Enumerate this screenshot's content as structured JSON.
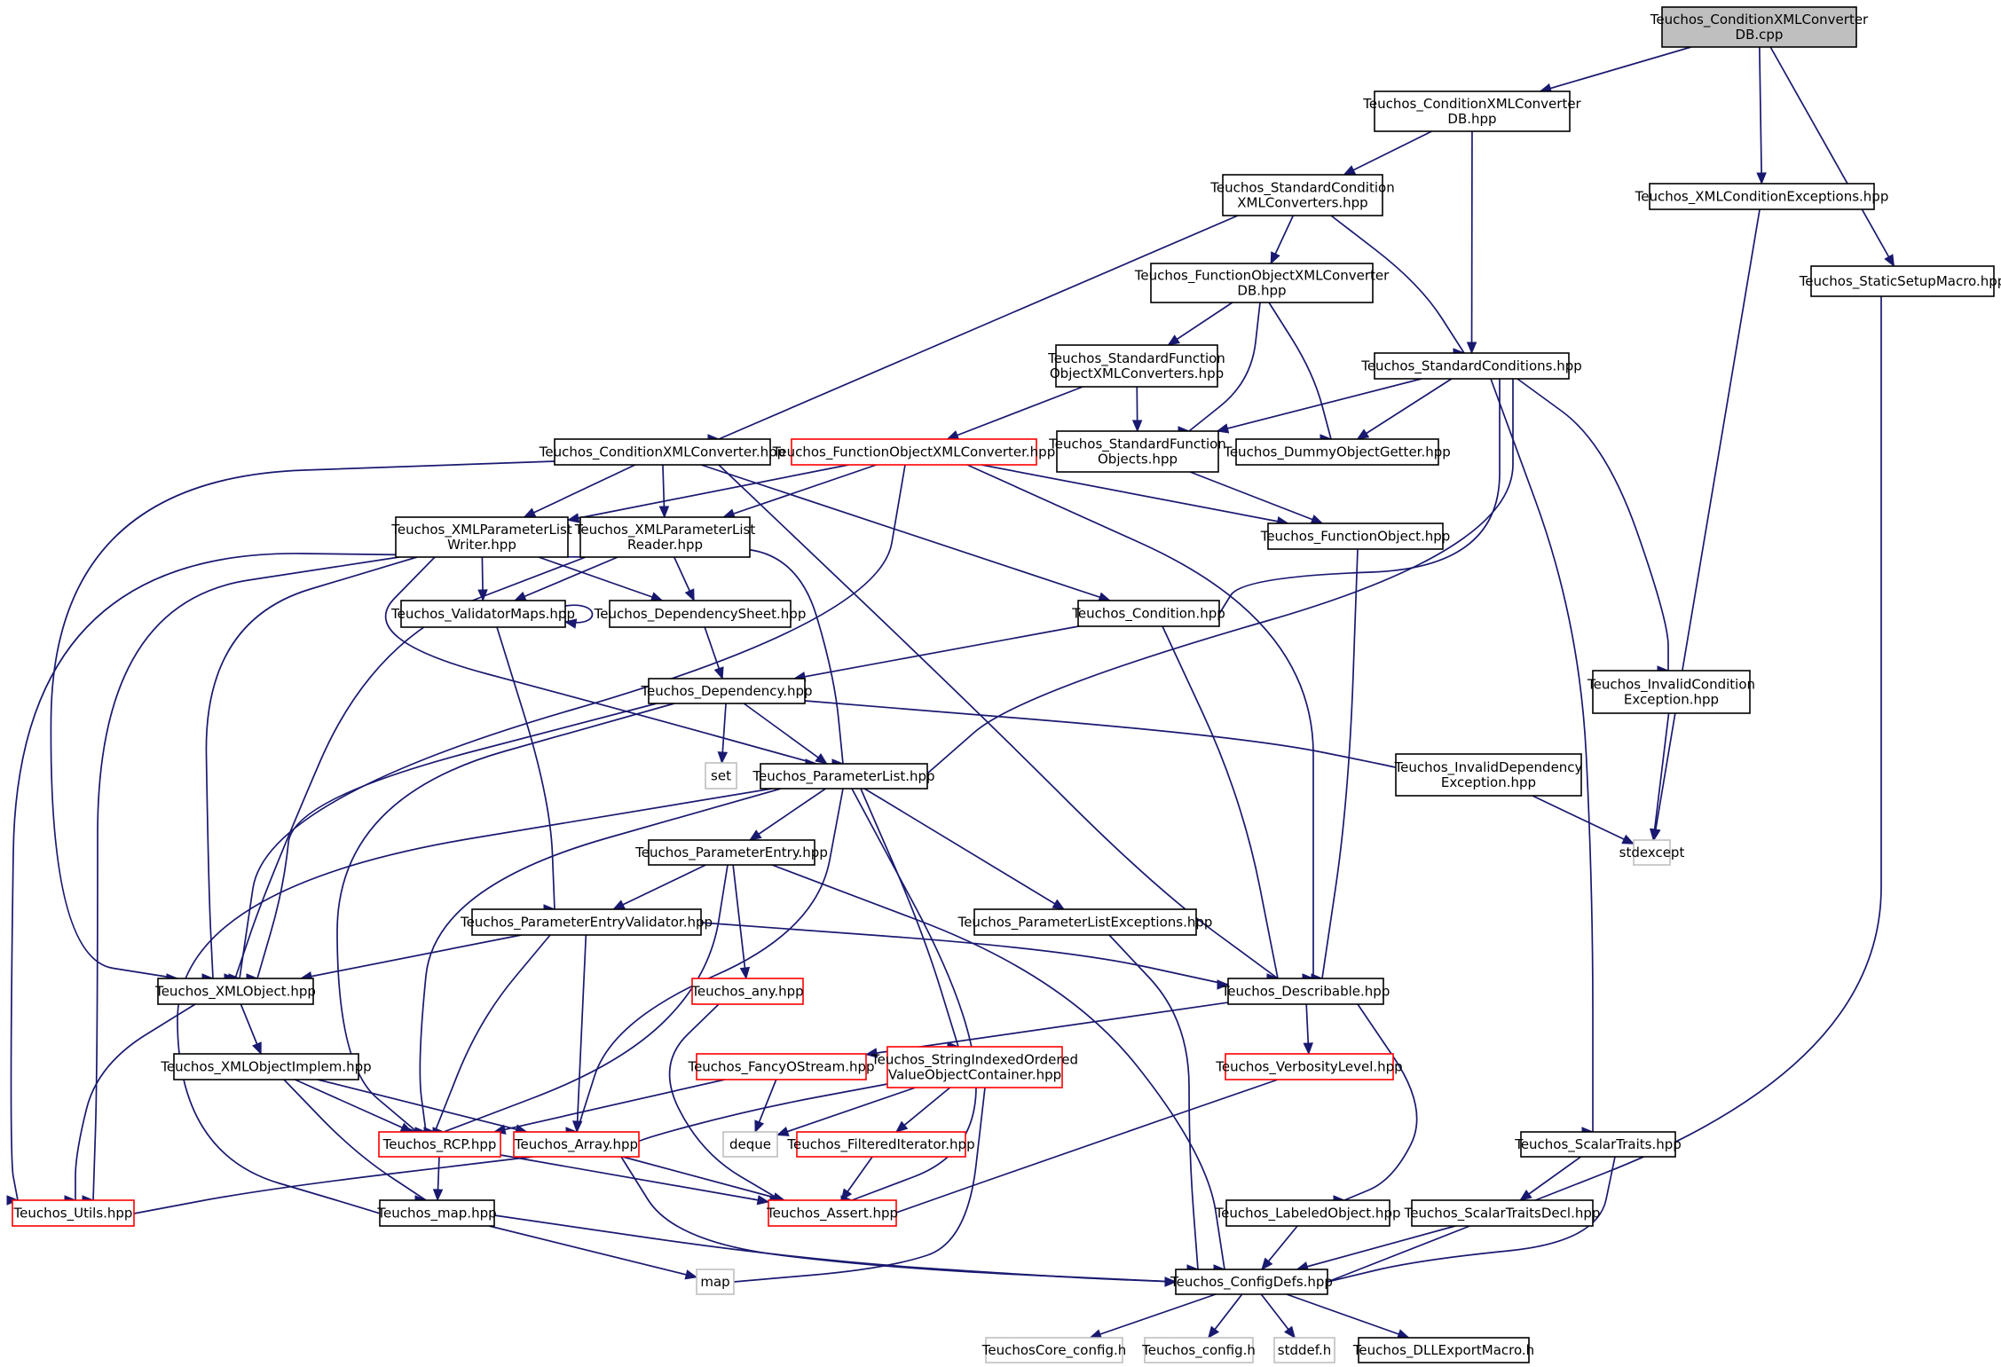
{
  "graph": {
    "colors": {
      "edge": "#191970",
      "normal_border": "#000000",
      "red_border": "#ff0000",
      "external_border": "#bfbfbf",
      "root_fill": "#bfbfbf",
      "fill": "#ffffff"
    },
    "nodes": [
      {
        "id": "root",
        "lines": [
          "Teuchos_ConditionXMLConverter",
          "DB.cpp"
        ],
        "kind": "root"
      },
      {
        "id": "convdb",
        "lines": [
          "Teuchos_ConditionXMLConverter",
          "DB.hpp"
        ],
        "kind": "normal"
      },
      {
        "id": "xmlcondexc",
        "lines": [
          "Teuchos_XMLConditionExceptions.hpp"
        ],
        "kind": "normal"
      },
      {
        "id": "staticsetup",
        "lines": [
          "Teuchos_StaticSetupMacro.hpp"
        ],
        "kind": "normal"
      },
      {
        "id": "stdcondconv",
        "lines": [
          "Teuchos_StandardCondition",
          "XMLConverters.hpp"
        ],
        "kind": "normal"
      },
      {
        "id": "fobjconvdb",
        "lines": [
          "Teuchos_FunctionObjectXMLConverter",
          "DB.hpp"
        ],
        "kind": "normal"
      },
      {
        "id": "stdcond",
        "lines": [
          "Teuchos_StandardConditions.hpp"
        ],
        "kind": "normal"
      },
      {
        "id": "stdfobjconv",
        "lines": [
          "Teuchos_StandardFunction",
          "ObjectXMLConverters.hpp"
        ],
        "kind": "normal"
      },
      {
        "id": "condconv",
        "lines": [
          "Teuchos_ConditionXMLConverter.hpp"
        ],
        "kind": "normal"
      },
      {
        "id": "fobjconv",
        "lines": [
          "Teuchos_FunctionObjectXMLConverter.hpp"
        ],
        "kind": "red"
      },
      {
        "id": "stdfobj",
        "lines": [
          "Teuchos_StandardFunction",
          "Objects.hpp"
        ],
        "kind": "normal"
      },
      {
        "id": "dummy",
        "lines": [
          "Teuchos_DummyObjectGetter.hpp"
        ],
        "kind": "normal"
      },
      {
        "id": "plwriter",
        "lines": [
          "Teuchos_XMLParameterList",
          "Writer.hpp"
        ],
        "kind": "normal"
      },
      {
        "id": "plreader",
        "lines": [
          "Teuchos_XMLParameterList",
          "Reader.hpp"
        ],
        "kind": "normal"
      },
      {
        "id": "fobj",
        "lines": [
          "Teuchos_FunctionObject.hpp"
        ],
        "kind": "normal"
      },
      {
        "id": "valmaps",
        "lines": [
          "Teuchos_ValidatorMaps.hpp"
        ],
        "kind": "normal"
      },
      {
        "id": "depsheet",
        "lines": [
          "Teuchos_DependencySheet.hpp"
        ],
        "kind": "normal"
      },
      {
        "id": "condition",
        "lines": [
          "Teuchos_Condition.hpp"
        ],
        "kind": "normal"
      },
      {
        "id": "invcondexc",
        "lines": [
          "Teuchos_InvalidCondition",
          "Exception.hpp"
        ],
        "kind": "normal"
      },
      {
        "id": "dependency",
        "lines": [
          "Teuchos_Dependency.hpp"
        ],
        "kind": "normal"
      },
      {
        "id": "set",
        "lines": [
          "set"
        ],
        "kind": "external"
      },
      {
        "id": "paramlist",
        "lines": [
          "Teuchos_ParameterList.hpp"
        ],
        "kind": "normal"
      },
      {
        "id": "invdepexc",
        "lines": [
          "Teuchos_InvalidDependency",
          "Exception.hpp"
        ],
        "kind": "normal"
      },
      {
        "id": "stdexcept",
        "lines": [
          "stdexcept"
        ],
        "kind": "external"
      },
      {
        "id": "paramentry",
        "lines": [
          "Teuchos_ParameterEntry.hpp"
        ],
        "kind": "normal"
      },
      {
        "id": "pevalidator",
        "lines": [
          "Teuchos_ParameterEntryValidator.hpp"
        ],
        "kind": "normal"
      },
      {
        "id": "plexc",
        "lines": [
          "Teuchos_ParameterListExceptions.hpp"
        ],
        "kind": "normal"
      },
      {
        "id": "xmlobj",
        "lines": [
          "Teuchos_XMLObject.hpp"
        ],
        "kind": "normal"
      },
      {
        "id": "any",
        "lines": [
          "Teuchos_any.hpp"
        ],
        "kind": "red"
      },
      {
        "id": "describable",
        "lines": [
          "Teuchos_Describable.hpp"
        ],
        "kind": "normal"
      },
      {
        "id": "xmlobjimpl",
        "lines": [
          "Teuchos_XMLObjectImplem.hpp"
        ],
        "kind": "normal"
      },
      {
        "id": "fancy",
        "lines": [
          "Teuchos_FancyOStream.hpp"
        ],
        "kind": "red"
      },
      {
        "id": "stringidx",
        "lines": [
          "Teuchos_StringIndexedOrdered",
          "ValueObjectContainer.hpp"
        ],
        "kind": "red"
      },
      {
        "id": "verbosity",
        "lines": [
          "Teuchos_VerbosityLevel.hpp"
        ],
        "kind": "red"
      },
      {
        "id": "scalartraits",
        "lines": [
          "Teuchos_ScalarTraits.hpp"
        ],
        "kind": "normal"
      },
      {
        "id": "rcp",
        "lines": [
          "Teuchos_RCP.hpp"
        ],
        "kind": "red"
      },
      {
        "id": "array",
        "lines": [
          "Teuchos_Array.hpp"
        ],
        "kind": "red"
      },
      {
        "id": "deque",
        "lines": [
          "deque"
        ],
        "kind": "external"
      },
      {
        "id": "filtered",
        "lines": [
          "Teuchos_FilteredIterator.hpp"
        ],
        "kind": "red"
      },
      {
        "id": "utils",
        "lines": [
          "Teuchos_Utils.hpp"
        ],
        "kind": "red"
      },
      {
        "id": "map_hpp",
        "lines": [
          "Teuchos_map.hpp"
        ],
        "kind": "normal"
      },
      {
        "id": "assert",
        "lines": [
          "Teuchos_Assert.hpp"
        ],
        "kind": "red"
      },
      {
        "id": "labeled",
        "lines": [
          "Teuchos_LabeledObject.hpp"
        ],
        "kind": "normal"
      },
      {
        "id": "scalartraitsdecl",
        "lines": [
          "Teuchos_ScalarTraitsDecl.hpp"
        ],
        "kind": "normal"
      },
      {
        "id": "map",
        "lines": [
          "map"
        ],
        "kind": "external"
      },
      {
        "id": "configdefs",
        "lines": [
          "Teuchos_ConfigDefs.hpp"
        ],
        "kind": "normal"
      },
      {
        "id": "coreconfig",
        "lines": [
          "TeuchosCore_config.h"
        ],
        "kind": "external"
      },
      {
        "id": "config",
        "lines": [
          "Teuchos_config.h"
        ],
        "kind": "external"
      },
      {
        "id": "stddef",
        "lines": [
          "stddef.h"
        ],
        "kind": "external"
      },
      {
        "id": "dllexport",
        "lines": [
          "Teuchos_DLLExportMacro.h"
        ],
        "kind": "normal"
      }
    ],
    "edges": [
      [
        "root",
        "convdb"
      ],
      [
        "root",
        "xmlcondexc"
      ],
      [
        "root",
        "staticsetup"
      ],
      [
        "convdb",
        "stdcondconv"
      ],
      [
        "convdb",
        "stdcond"
      ],
      [
        "xmlcondexc",
        "stdexcept"
      ],
      [
        "staticsetup",
        "configdefs"
      ],
      [
        "stdcondconv",
        "fobjconvdb"
      ],
      [
        "stdcondconv",
        "stdcond"
      ],
      [
        "stdcondconv",
        "condconv"
      ],
      [
        "fobjconvdb",
        "stdfobjconv"
      ],
      [
        "fobjconvdb",
        "stdfobj"
      ],
      [
        "fobjconvdb",
        "dummy"
      ],
      [
        "stdcond",
        "stdfobj"
      ],
      [
        "stdcond",
        "dummy"
      ],
      [
        "stdcond",
        "condition"
      ],
      [
        "stdcond",
        "paramlist"
      ],
      [
        "stdcond",
        "invcondexc"
      ],
      [
        "stdcond",
        "scalartraits"
      ],
      [
        "stdfobjconv",
        "stdfobj"
      ],
      [
        "stdfobjconv",
        "fobjconv"
      ],
      [
        "stdfobj",
        "fobj"
      ],
      [
        "condconv",
        "plwriter"
      ],
      [
        "condconv",
        "plreader"
      ],
      [
        "condconv",
        "condition"
      ],
      [
        "condconv",
        "xmlobj"
      ],
      [
        "condconv",
        "describable"
      ],
      [
        "fobjconv",
        "plwriter"
      ],
      [
        "fobjconv",
        "plreader"
      ],
      [
        "fobjconv",
        "fobj"
      ],
      [
        "fobjconv",
        "xmlobj"
      ],
      [
        "fobjconv",
        "describable"
      ],
      [
        "plwriter",
        "valmaps"
      ],
      [
        "plwriter",
        "depsheet"
      ],
      [
        "plwriter",
        "paramlist"
      ],
      [
        "plwriter",
        "xmlobj"
      ],
      [
        "plwriter",
        "utils"
      ],
      [
        "plreader",
        "valmaps"
      ],
      [
        "plreader",
        "depsheet"
      ],
      [
        "plreader",
        "paramlist"
      ],
      [
        "plreader",
        "xmlobj"
      ],
      [
        "plreader",
        "utils"
      ],
      [
        "valmaps",
        "valmaps"
      ],
      [
        "valmaps",
        "pevalidator"
      ],
      [
        "depsheet",
        "dependency"
      ],
      [
        "fobj",
        "describable"
      ],
      [
        "condition",
        "dependency"
      ],
      [
        "condition",
        "describable"
      ],
      [
        "invcondexc",
        "stdexcept"
      ],
      [
        "dependency",
        "set"
      ],
      [
        "dependency",
        "paramlist"
      ],
      [
        "dependency",
        "invdepexc"
      ],
      [
        "dependency",
        "rcp"
      ],
      [
        "dependency",
        "xmlobj"
      ],
      [
        "invdepexc",
        "stdexcept"
      ],
      [
        "paramlist",
        "paramentry"
      ],
      [
        "paramlist",
        "plexc"
      ],
      [
        "paramlist",
        "stringidx"
      ],
      [
        "paramlist",
        "rcp"
      ],
      [
        "paramlist",
        "array"
      ],
      [
        "paramlist",
        "assert"
      ],
      [
        "paramlist",
        "map_hpp"
      ],
      [
        "paramentry",
        "pevalidator"
      ],
      [
        "paramentry",
        "any"
      ],
      [
        "paramentry",
        "rcp"
      ],
      [
        "paramentry",
        "configdefs"
      ],
      [
        "pevalidator",
        "xmlobj"
      ],
      [
        "pevalidator",
        "describable"
      ],
      [
        "pevalidator",
        "rcp"
      ],
      [
        "pevalidator",
        "array"
      ],
      [
        "plexc",
        "configdefs"
      ],
      [
        "xmlobj",
        "xmlobjimpl"
      ],
      [
        "xmlobj",
        "utils"
      ],
      [
        "any",
        "assert"
      ],
      [
        "describable",
        "fancy"
      ],
      [
        "describable",
        "verbosity"
      ],
      [
        "describable",
        "labeled"
      ],
      [
        "xmlobjimpl",
        "rcp"
      ],
      [
        "xmlobjimpl",
        "array"
      ],
      [
        "xmlobjimpl",
        "map_hpp"
      ],
      [
        "fancy",
        "rcp"
      ],
      [
        "fancy",
        "deque"
      ],
      [
        "stringidx",
        "array"
      ],
      [
        "stringidx",
        "filtered"
      ],
      [
        "stringidx",
        "deque"
      ],
      [
        "stringidx",
        "map"
      ],
      [
        "verbosity",
        "assert"
      ],
      [
        "scalartraits",
        "scalartraitsdecl"
      ],
      [
        "scalartraits",
        "configdefs"
      ],
      [
        "rcp",
        "map_hpp"
      ],
      [
        "rcp",
        "assert"
      ],
      [
        "array",
        "utils"
      ],
      [
        "array",
        "assert"
      ],
      [
        "array",
        "configdefs"
      ],
      [
        "filtered",
        "assert"
      ],
      [
        "map_hpp",
        "map"
      ],
      [
        "map_hpp",
        "configdefs"
      ],
      [
        "labeled",
        "configdefs"
      ],
      [
        "scalartraitsdecl",
        "configdefs"
      ],
      [
        "configdefs",
        "coreconfig"
      ],
      [
        "configdefs",
        "config"
      ],
      [
        "configdefs",
        "stddef"
      ],
      [
        "configdefs",
        "dllexport"
      ]
    ]
  }
}
